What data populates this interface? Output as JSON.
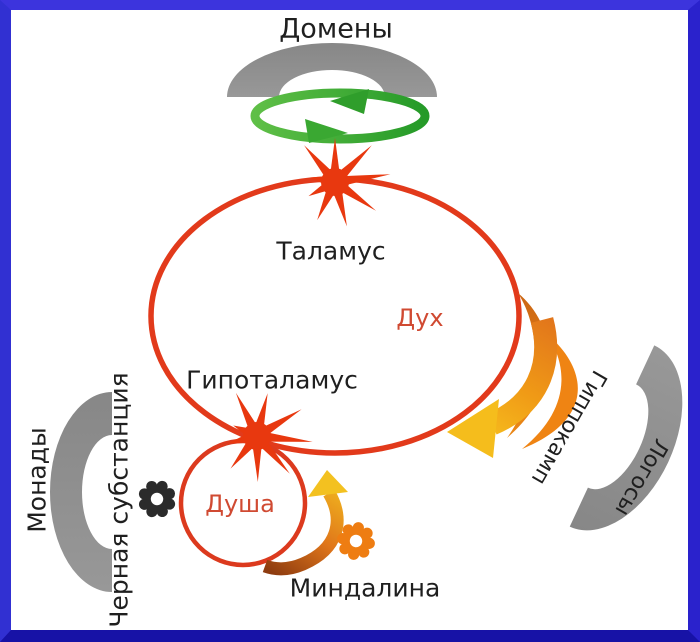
{
  "diagram": {
    "top": {
      "label": "Домены"
    },
    "spirit_ellipse": {
      "top_label": "Таламус",
      "name": "Дух",
      "bottom_label": "Гипоталамус"
    },
    "soul_circle": {
      "name": "Душа",
      "bottom_label": "Миндалина"
    },
    "left": {
      "arc_label": "Монады",
      "inner_label": "Черная субстанция"
    },
    "right": {
      "inner_label": "Гиппокамп",
      "arc_label": "Логосы"
    },
    "icons": {
      "top_arc": "gray-arc",
      "cycle": "recycle-arrows-icon",
      "junction_top": "starburst-icon",
      "junction_bottom": "starburst-icon",
      "left_gear": "gear-icon",
      "right_gear": "gear-icon",
      "swoosh": "curved-arrow",
      "hook": "curved-arrow"
    },
    "colors": {
      "frame_top": "#3c34dd",
      "frame_left": "#3130d2",
      "frame_right": "#2a22cc",
      "frame_bottom": "#1712a6",
      "red_stroke": "#e23a1b",
      "red_text": "#d04a32",
      "gray_arc": "#8d8d8d",
      "green_arrows": "#35a52e",
      "orange": "#ee7d12",
      "amber": "#c96a15",
      "yellow": "#f5c01e",
      "black_gear": "#2b2b2b",
      "text": "#1f1f1f"
    }
  }
}
